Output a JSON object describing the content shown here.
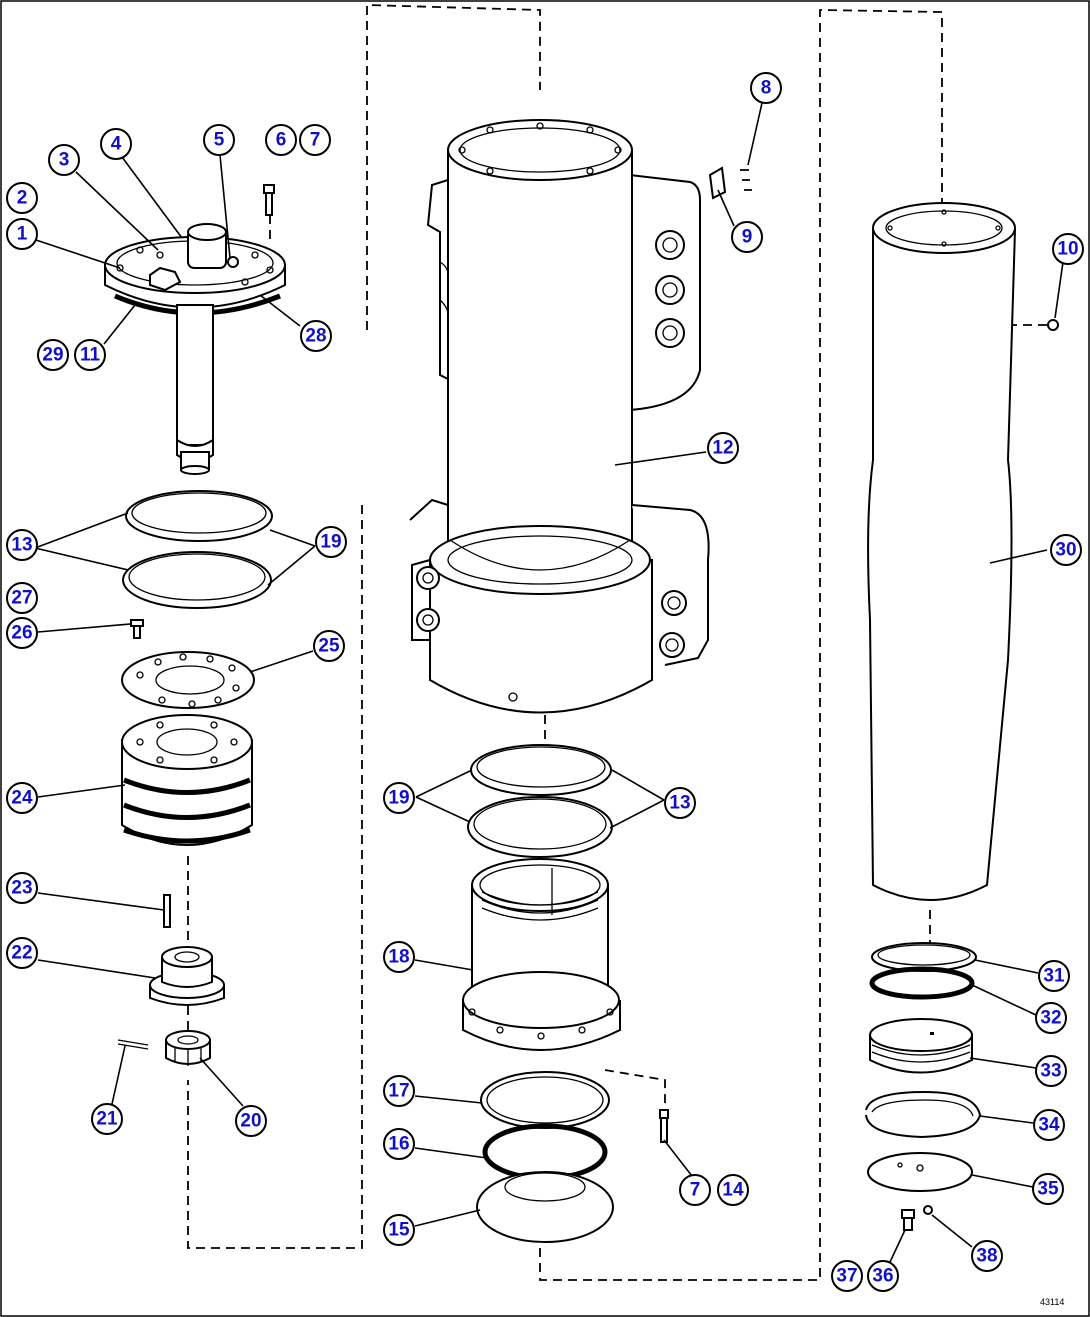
{
  "diagram": {
    "reference_code": "43114",
    "callouts": [
      {
        "id": "c1",
        "label": "1"
      },
      {
        "id": "c2",
        "label": "2"
      },
      {
        "id": "c3",
        "label": "3"
      },
      {
        "id": "c4",
        "label": "4"
      },
      {
        "id": "c5",
        "label": "5"
      },
      {
        "id": "c6",
        "label": "6"
      },
      {
        "id": "c7a",
        "label": "7"
      },
      {
        "id": "c8",
        "label": "8"
      },
      {
        "id": "c9",
        "label": "9"
      },
      {
        "id": "c10",
        "label": "10"
      },
      {
        "id": "c11",
        "label": "11"
      },
      {
        "id": "c12",
        "label": "12"
      },
      {
        "id": "c13a",
        "label": "13"
      },
      {
        "id": "c13b",
        "label": "13"
      },
      {
        "id": "c14",
        "label": "14"
      },
      {
        "id": "c15",
        "label": "15"
      },
      {
        "id": "c16",
        "label": "16"
      },
      {
        "id": "c17",
        "label": "17"
      },
      {
        "id": "c18",
        "label": "18"
      },
      {
        "id": "c19a",
        "label": "19"
      },
      {
        "id": "c19b",
        "label": "19"
      },
      {
        "id": "c20",
        "label": "20"
      },
      {
        "id": "c21",
        "label": "21"
      },
      {
        "id": "c22",
        "label": "22"
      },
      {
        "id": "c23",
        "label": "23"
      },
      {
        "id": "c24",
        "label": "24"
      },
      {
        "id": "c25",
        "label": "25"
      },
      {
        "id": "c26",
        "label": "26"
      },
      {
        "id": "c27",
        "label": "27"
      },
      {
        "id": "c28",
        "label": "28"
      },
      {
        "id": "c29",
        "label": "29"
      },
      {
        "id": "c30",
        "label": "30"
      },
      {
        "id": "c31",
        "label": "31"
      },
      {
        "id": "c32",
        "label": "32"
      },
      {
        "id": "c33",
        "label": "33"
      },
      {
        "id": "c34",
        "label": "34"
      },
      {
        "id": "c35",
        "label": "35"
      },
      {
        "id": "c36",
        "label": "36"
      },
      {
        "id": "c37",
        "label": "37"
      },
      {
        "id": "c38",
        "label": "38"
      },
      {
        "id": "c7b",
        "label": "7"
      }
    ]
  }
}
